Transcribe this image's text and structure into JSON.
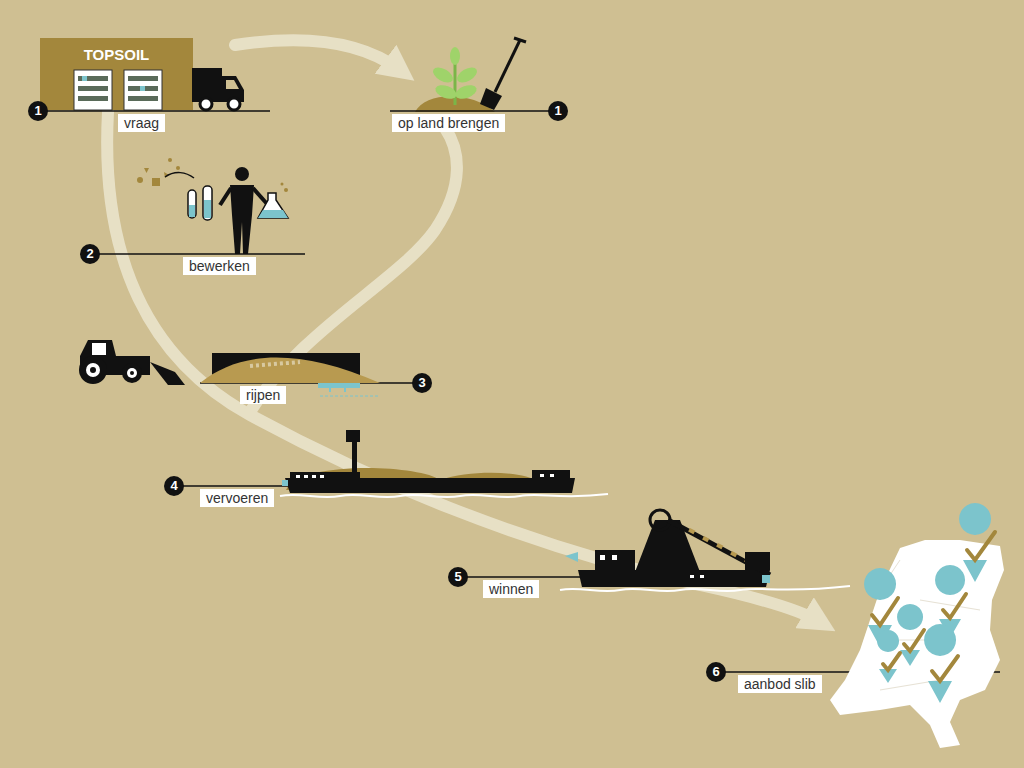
{
  "diagram": {
    "nodes": [
      {
        "text": [
          "TOPSOIL"
        ]
      },
      {
        "text": [
          "vraag"
        ]
      },
      {
        "text": [
          "op land brengen"
        ]
      },
      {
        "text": [
          "bewerken"
        ]
      },
      {
        "text": [
          "rijpen"
        ]
      },
      {
        "text": [
          "vervoeren"
        ]
      },
      {
        "text": [
          "winnen"
        ]
      },
      {
        "text": [
          "aanbod slib"
        ]
      }
    ],
    "labels": [
      "1",
      "1",
      "2",
      "3",
      "4",
      "5",
      "6"
    ]
  }
}
